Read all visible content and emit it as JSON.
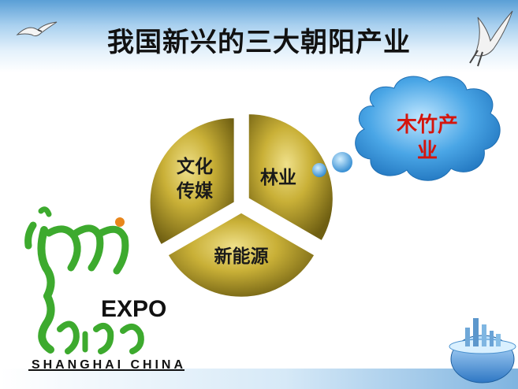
{
  "slide": {
    "title": "我国新兴的三大朝阳产业",
    "pie": {
      "segments": [
        {
          "id": "culture",
          "label_line1": "文化",
          "label_line2": "传媒"
        },
        {
          "id": "forestry",
          "label": "林业"
        },
        {
          "id": "energy",
          "label": "新能源"
        }
      ],
      "fill_color": "#b8a02c"
    },
    "callout": {
      "line1": "木竹产",
      "line2": "业",
      "text_color": "#d4150d",
      "cloud_color": "#3c9fe0"
    },
    "expo_logo": {
      "word": "EXPO",
      "year": "2010",
      "city": "SHANGHAI CHINA",
      "mark_color": "#3daa2e"
    },
    "decor": {
      "icons": [
        "seagull-icon-left",
        "seagull-icon-right",
        "globe-cityscape-icon"
      ]
    }
  }
}
